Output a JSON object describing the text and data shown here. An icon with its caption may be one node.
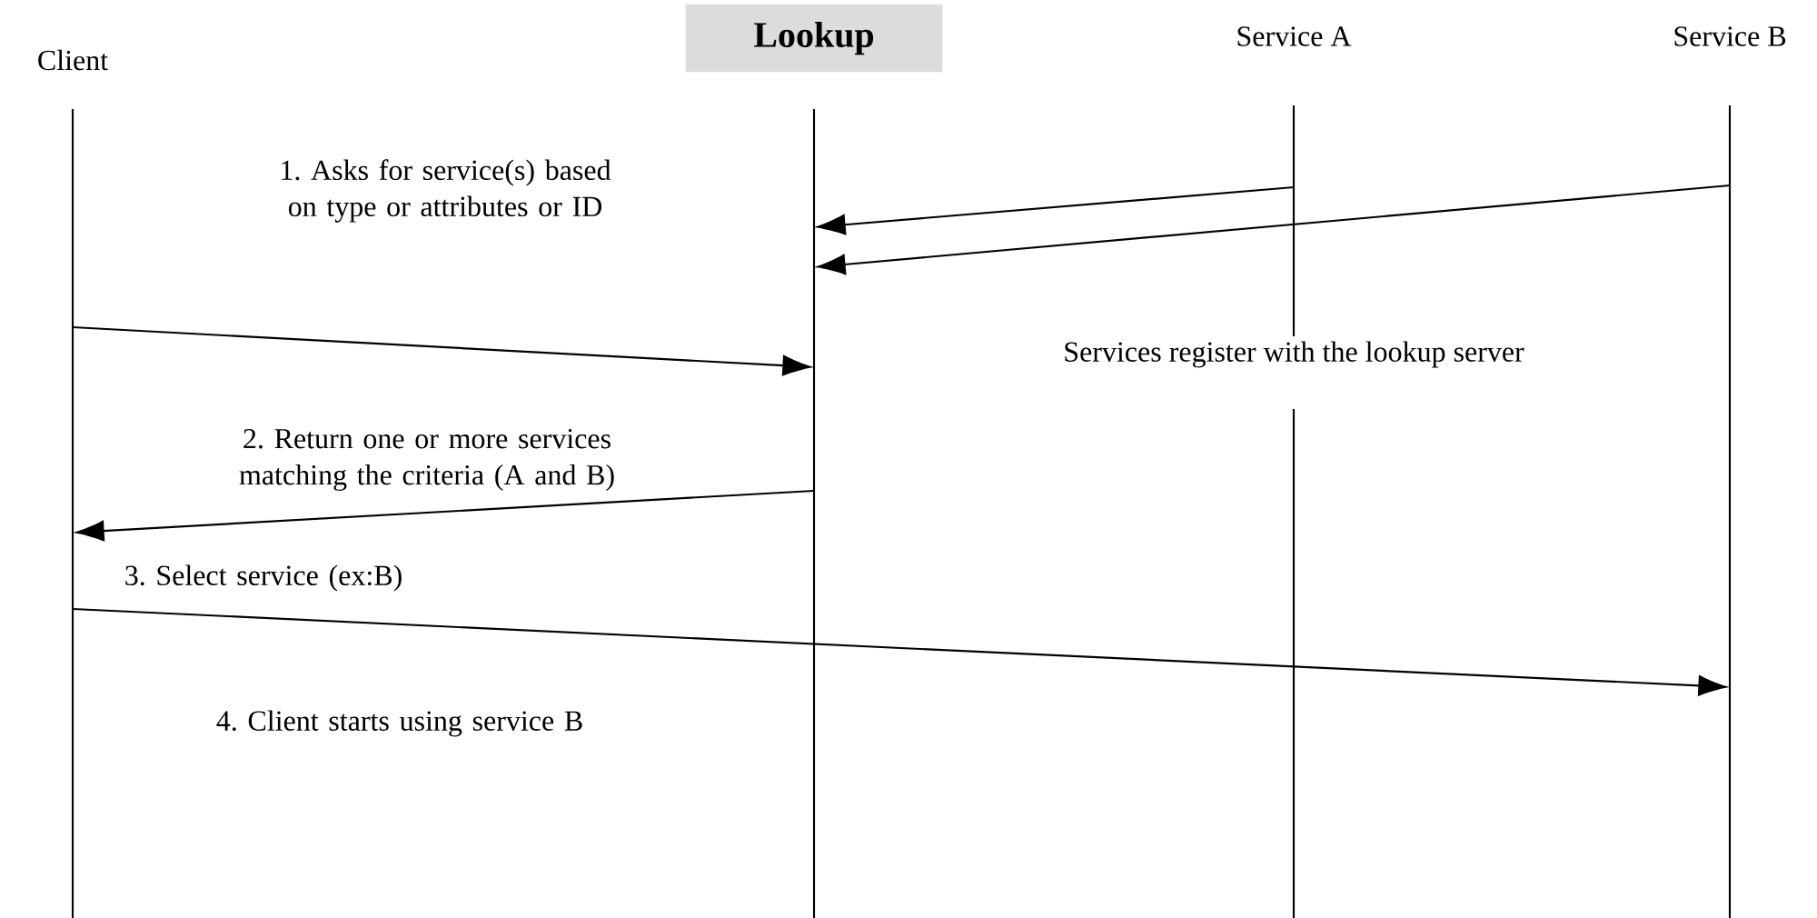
{
  "diagram": {
    "nodes": [
      {
        "text": [
          "Client"
        ]
      },
      {
        "text": [
          "Lookup"
        ]
      },
      {
        "text": [
          "Service A"
        ]
      },
      {
        "text": [
          "Service B"
        ]
      },
      {
        "text": [],
        "shape": "bar"
      },
      {
        "text": [],
        "shape": "bar"
      },
      {
        "text": [],
        "shape": "bar"
      },
      {
        "text": [],
        "shape": "bar"
      }
    ],
    "edges": [
      {
        "from": 6,
        "to": 5,
        "arrow": "to"
      },
      {
        "from": 7,
        "to": 5,
        "arrow": "to"
      },
      {
        "from": 4,
        "to": 5,
        "arrow": "to",
        "label": "1. Asks for service(s) based on type or attributes or ID"
      },
      {
        "from": 5,
        "to": 4,
        "arrow": "to",
        "label": "2. Return one or more services matching the criteria (A and B)"
      },
      {
        "from": 4,
        "to": 7,
        "arrow": "to",
        "label": "4. Client starts using service B"
      }
    ],
    "labels": [
      "Services register with the lookup server",
      "3. Select service (ex:B)"
    ]
  }
}
